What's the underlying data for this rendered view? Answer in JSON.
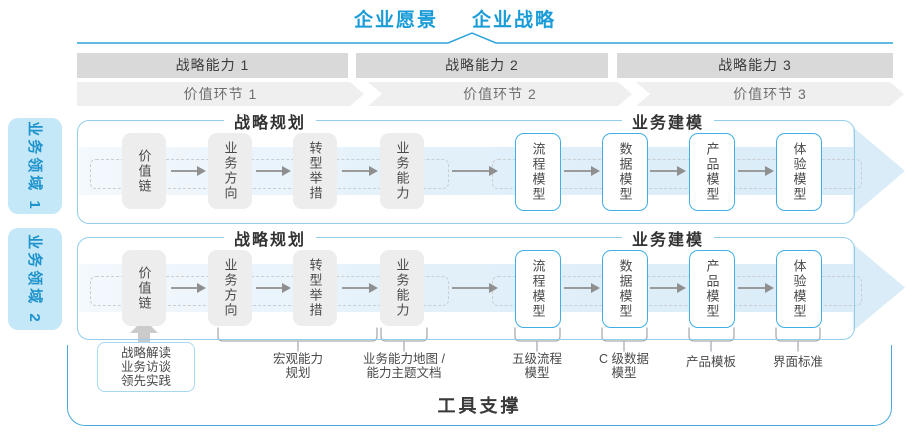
{
  "header": {
    "vision": "企业愿景",
    "strategy": "企业战略"
  },
  "capability_bars": [
    {
      "label": "战略能力 1"
    },
    {
      "label": "战略能力 2"
    },
    {
      "label": "战略能力 3"
    }
  ],
  "value_links": [
    {
      "label": "价值环节 1"
    },
    {
      "label": "价值环节 2"
    },
    {
      "label": "价值环节 3"
    }
  ],
  "business_domains": [
    {
      "label": "业务领域 1"
    },
    {
      "label": "业务领域 2"
    }
  ],
  "rows": [
    {
      "sections": [
        {
          "title": "战略规划"
        },
        {
          "title": "业务建模"
        }
      ],
      "strategy_boxes": [
        "价值链",
        "业务方向",
        "转型举措",
        "业务能力"
      ],
      "modeling_boxes": [
        "流程模型",
        "数据模型",
        "产品模型",
        "体验模型"
      ]
    },
    {
      "sections": [
        {
          "title": "战略规划"
        },
        {
          "title": "业务建模"
        }
      ],
      "strategy_boxes": [
        "价值链",
        "业务方向",
        "转型举措",
        "业务能力"
      ],
      "modeling_boxes": [
        "流程模型",
        "数据模型",
        "产品模型",
        "体验模型"
      ]
    }
  ],
  "annotations": [
    {
      "label": "战略解读\n业务访谈\n领先实践",
      "boxed": true
    },
    {
      "label": "宏观能力\n规划",
      "boxed": false
    },
    {
      "label": "业务能力地图 /\n能力主题文档",
      "boxed": false
    },
    {
      "label": "五级流程\n模型",
      "boxed": false
    },
    {
      "label": "C 级数据\n模型",
      "boxed": false
    },
    {
      "label": "产品模板",
      "boxed": false
    },
    {
      "label": "界面标准",
      "boxed": false
    }
  ],
  "footer": {
    "label": "工具支撑"
  },
  "colors": {
    "accent_blue": "#1a9cd8",
    "panel_border": "#93cdeb",
    "model_box_border": "#3fafe4",
    "capability_bar_bg": "#d9d9d9",
    "value_band_bg": "#efefef",
    "flow_band_blue": "#d9ecf8",
    "domain_tab_bg": "#c5e8f8",
    "gray_box_bg": "#ededed",
    "footer_border": "#45a8da",
    "connector_gray": "#a9adb0"
  }
}
